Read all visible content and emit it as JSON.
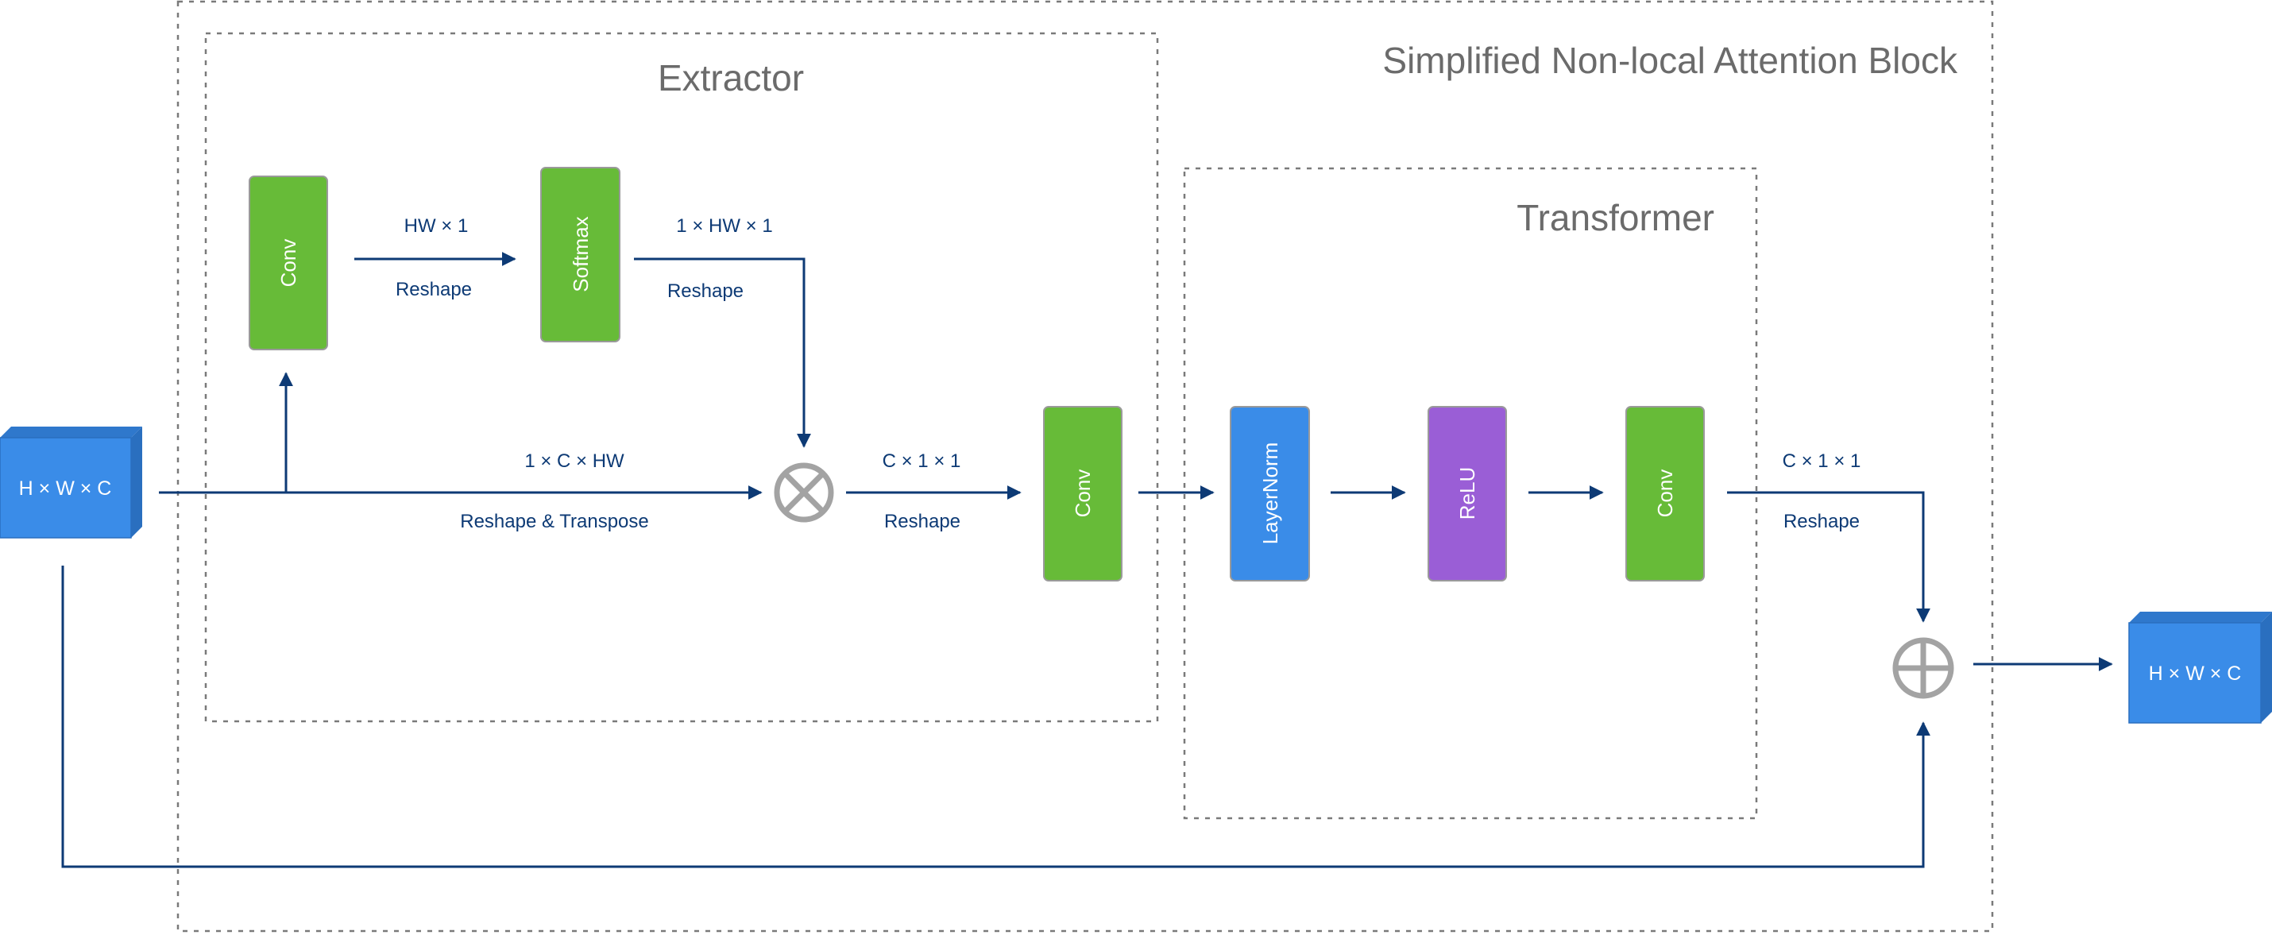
{
  "colors": {
    "green": "#67bb38",
    "blue": "#3a8ce8",
    "purple": "#9a5ed6",
    "arrow": "#0d3a75",
    "frame": "#7a7a7a",
    "op": "#a3a3a3"
  },
  "frames": {
    "outer_title": "Simplified Non-local Attention Block",
    "extractor_title": "Extractor",
    "transformer_title": "Transformer"
  },
  "tensors": {
    "input": "H × W × C",
    "output": "H × W × C"
  },
  "blocks": {
    "conv1": "Conv",
    "softmax": "Softmax",
    "conv2": "Conv",
    "layernorm": "LayerNorm",
    "relu": "ReLU",
    "conv3": "Conv"
  },
  "operators": {
    "multiply": "matrix-multiply-icon",
    "add": "element-wise-add-icon"
  },
  "labels": {
    "hw_shape": "HW × 1",
    "hw_reshape": "Reshape",
    "softmax_shape": "1 × HW × 1",
    "softmax_reshape": "Reshape",
    "input_shape": "1 × C × HW",
    "input_reshape": "Reshape & Transpose",
    "mult_shape": "C × 1 × 1",
    "mult_reshape": "Reshape",
    "out_shape": "C × 1 × 1",
    "out_reshape": "Reshape"
  }
}
